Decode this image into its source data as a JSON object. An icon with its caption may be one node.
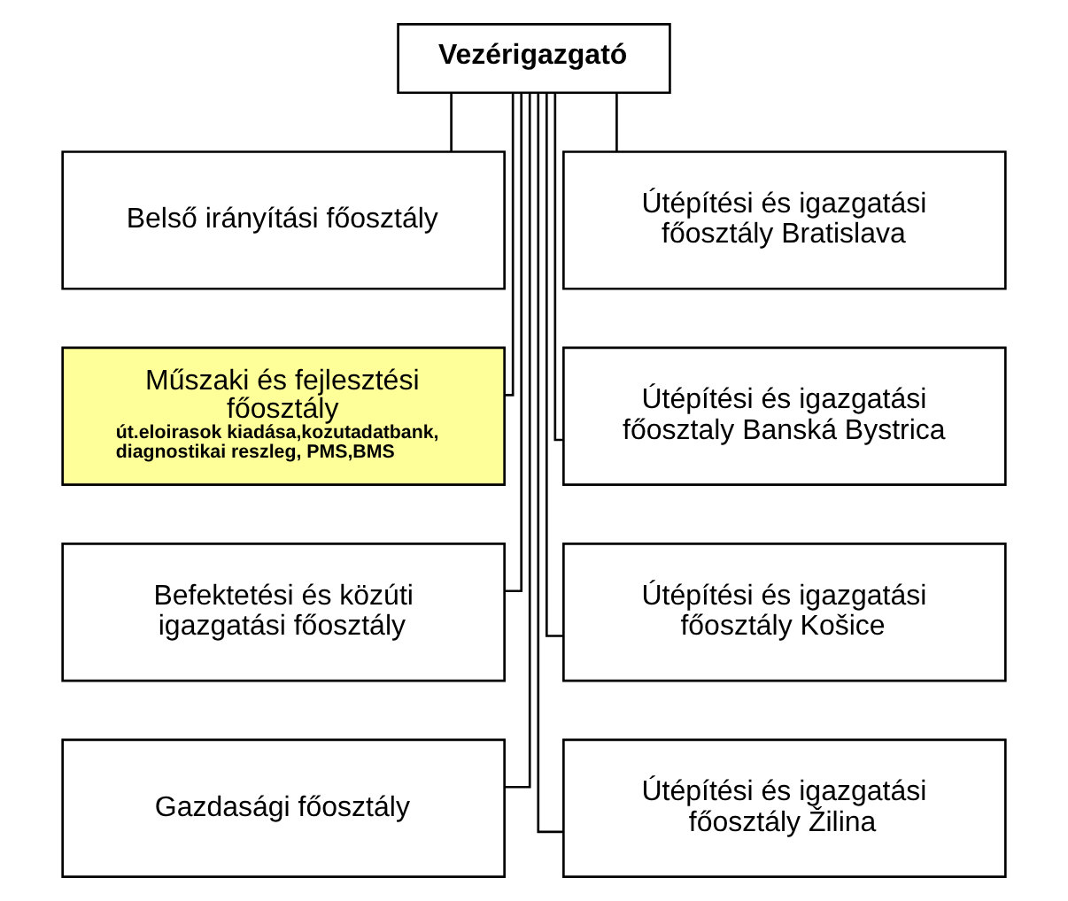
{
  "diagram": {
    "nodes": [
      {
        "text": [
          "Vezérigazgató"
        ]
      },
      {
        "text": [
          "Belső irányítási főosztály"
        ]
      },
      {
        "text": [
          "Útépítési és igazgatási főosztály Bratislava"
        ]
      },
      {
        "text": [
          "Műszaki és fejlesztési főosztály",
          "út.eloirasok kiadása,kozutadatbank, diagnostikai reszleg, PMS,BMS"
        ]
      },
      {
        "text": [
          "Útépítési és igazgatási főosztaly Banská Bystrica"
        ]
      },
      {
        "text": [
          "Befektetési és közúti igazgatási főosztály"
        ]
      },
      {
        "text": [
          "Útépítési és igazgatási főosztály Košice"
        ]
      },
      {
        "text": [
          "Gazdasági főosztály"
        ]
      },
      {
        "text": [
          "Útépítési és igazgatási főosztály Žilina"
        ]
      }
    ],
    "edges": [
      {
        "from": 0,
        "to": 1,
        "arrow": "none"
      },
      {
        "from": 0,
        "to": 2,
        "arrow": "none"
      },
      {
        "from": 0,
        "to": 3,
        "arrow": "none"
      },
      {
        "from": 0,
        "to": 4,
        "arrow": "none"
      },
      {
        "from": 0,
        "to": 5,
        "arrow": "none"
      },
      {
        "from": 0,
        "to": 6,
        "arrow": "none"
      },
      {
        "from": 0,
        "to": 7,
        "arrow": "none"
      },
      {
        "from": 0,
        "to": 8,
        "arrow": "none"
      }
    ]
  }
}
